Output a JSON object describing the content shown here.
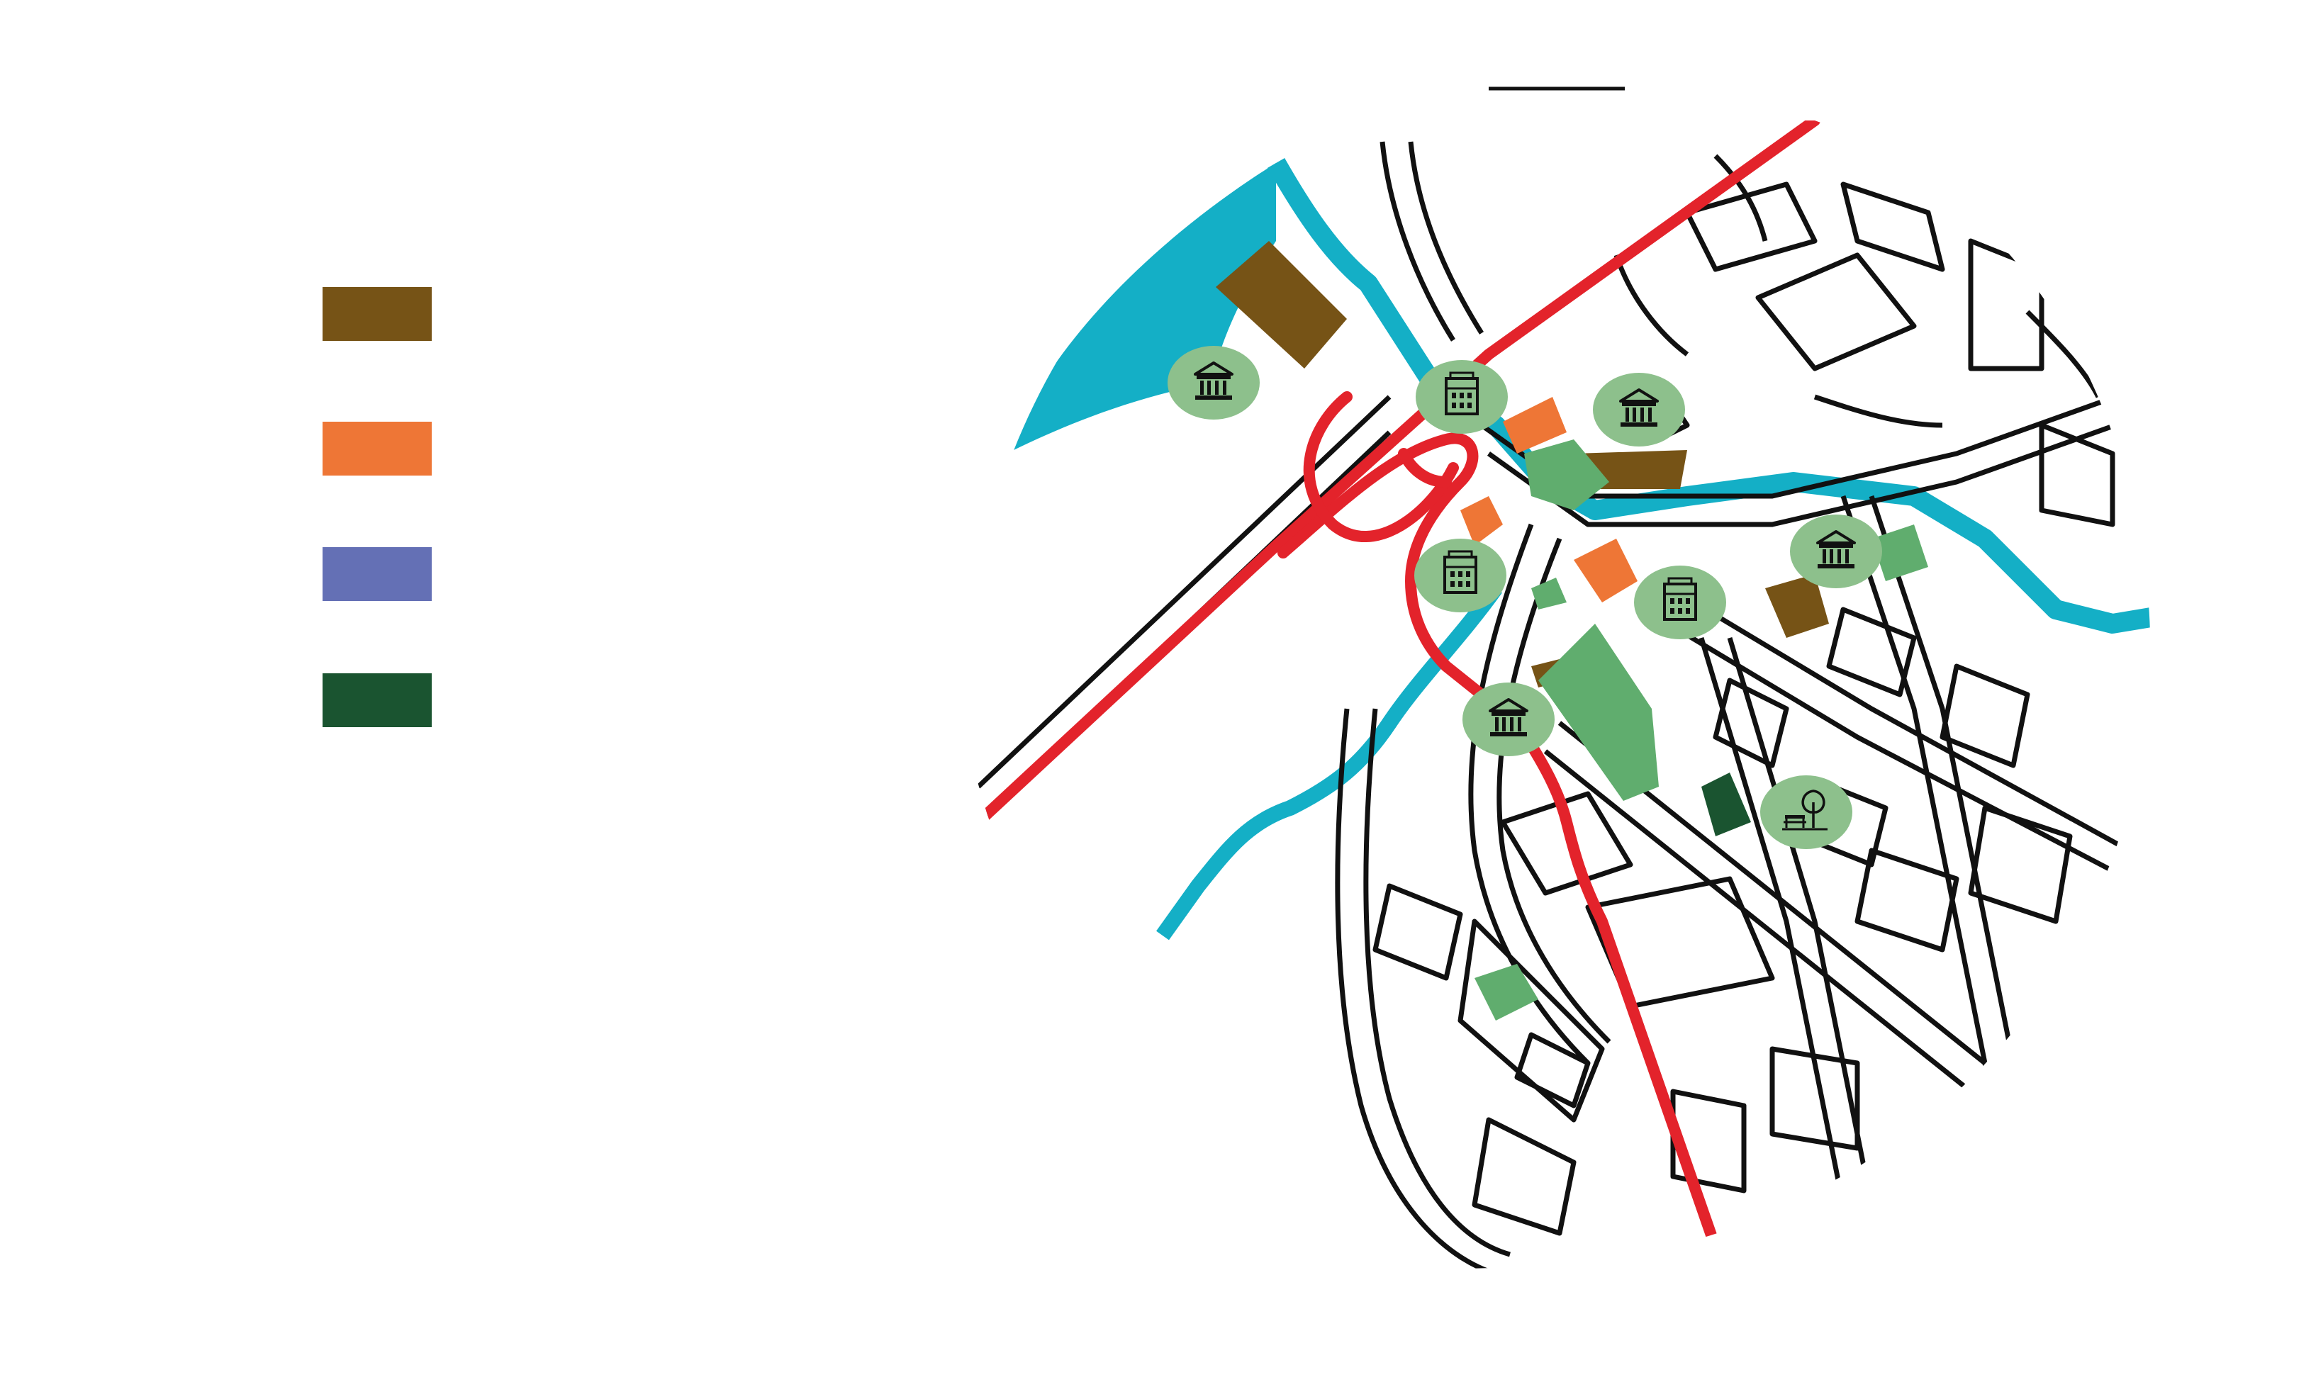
{
  "legend": {
    "items": [
      {
        "key": "museum-area",
        "color": "#765316",
        "label": ""
      },
      {
        "key": "historic-area",
        "color": "#EE7636",
        "label": ""
      },
      {
        "key": "water-area",
        "color": "#6470B5",
        "label": ""
      },
      {
        "key": "park-area",
        "color": "#1A5430",
        "label": ""
      }
    ]
  },
  "colors": {
    "water": "#14AFC6",
    "road": "#E3232B",
    "green": "#60AD6E",
    "marker": "#8DC08C",
    "street": "#111111"
  },
  "markers": [
    {
      "icon": "museum-icon"
    },
    {
      "icon": "building-icon"
    },
    {
      "icon": "museum-icon"
    },
    {
      "icon": "building-icon"
    },
    {
      "icon": "building-icon"
    },
    {
      "icon": "museum-icon"
    },
    {
      "icon": "museum-icon"
    },
    {
      "icon": "park-bench-tree-icon"
    }
  ]
}
